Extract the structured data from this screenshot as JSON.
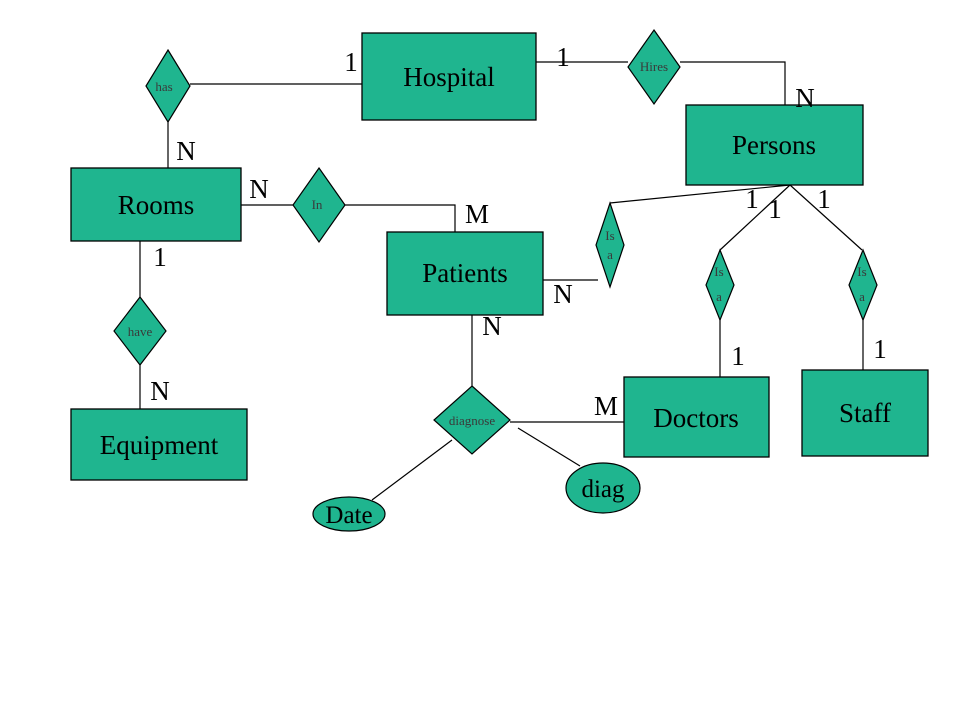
{
  "style": {
    "fill": "#1fb58f",
    "stroke": "#000000",
    "text": "#000000"
  },
  "entities": {
    "hospital": "Hospital",
    "persons": "Persons",
    "rooms": "Rooms",
    "patients": "Patients",
    "equipment": "Equipment",
    "doctors": "Doctors",
    "staff": "Staff"
  },
  "relationships": {
    "has": "has",
    "hires": "Hires",
    "in": "In",
    "have": "have",
    "diagnose": "diagnose",
    "isa_patients": [
      "Is",
      "a"
    ],
    "isa_doctors": [
      "Is",
      "a"
    ],
    "isa_staff": [
      "Is",
      "a"
    ]
  },
  "attributes": {
    "date": "Date",
    "diag": "diag"
  },
  "cardinalities": {
    "has_hospital": "1",
    "has_rooms": "N",
    "hires_hospital": "1",
    "hires_persons": "N",
    "in_rooms": "N",
    "in_patients": "M",
    "have_rooms": "1",
    "have_equipment": "N",
    "isa_persons_patients": "1",
    "isa_persons_doctors": "1",
    "isa_persons_staff": "1",
    "isa_patients": "N",
    "isa_doctors": "1",
    "isa_staff": "1",
    "diagnose_patients": "N",
    "diagnose_doctors": "M"
  }
}
